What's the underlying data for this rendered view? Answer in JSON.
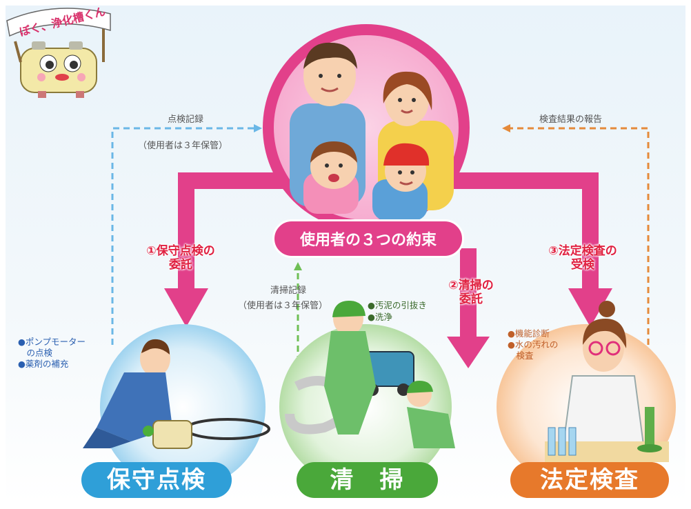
{
  "mascot": {
    "banner": "ぼく、浄化槽くん"
  },
  "center": {
    "label": "使用者の３つの約束"
  },
  "top_left": {
    "record": "点検記録",
    "note": "（使用者は３年保管）"
  },
  "top_right": {
    "report": "検査結果の報告"
  },
  "middle": {
    "record": "清掃記録",
    "note": "（使用者は３年保管）"
  },
  "steps": {
    "one": [
      "①保守点検の",
      "委託"
    ],
    "two": [
      "②清掃の",
      "委託"
    ],
    "three": [
      "③法定検査の",
      "受検"
    ]
  },
  "maintenance": {
    "title": "保守点検",
    "items": [
      "●ポンプモーター",
      "　の点検",
      "●薬剤の補充"
    ]
  },
  "cleaning": {
    "title": "清　掃",
    "items": [
      "●汚泥の引抜き",
      "●洗浄"
    ]
  },
  "inspection": {
    "title": "法定検査",
    "items": [
      "●機能診断",
      "●水の汚れの",
      "　検査"
    ]
  },
  "colors": {
    "pink": "#e2408a",
    "blue": "#2f9fd8",
    "green": "#4aa83a",
    "orange": "#e7792b"
  }
}
